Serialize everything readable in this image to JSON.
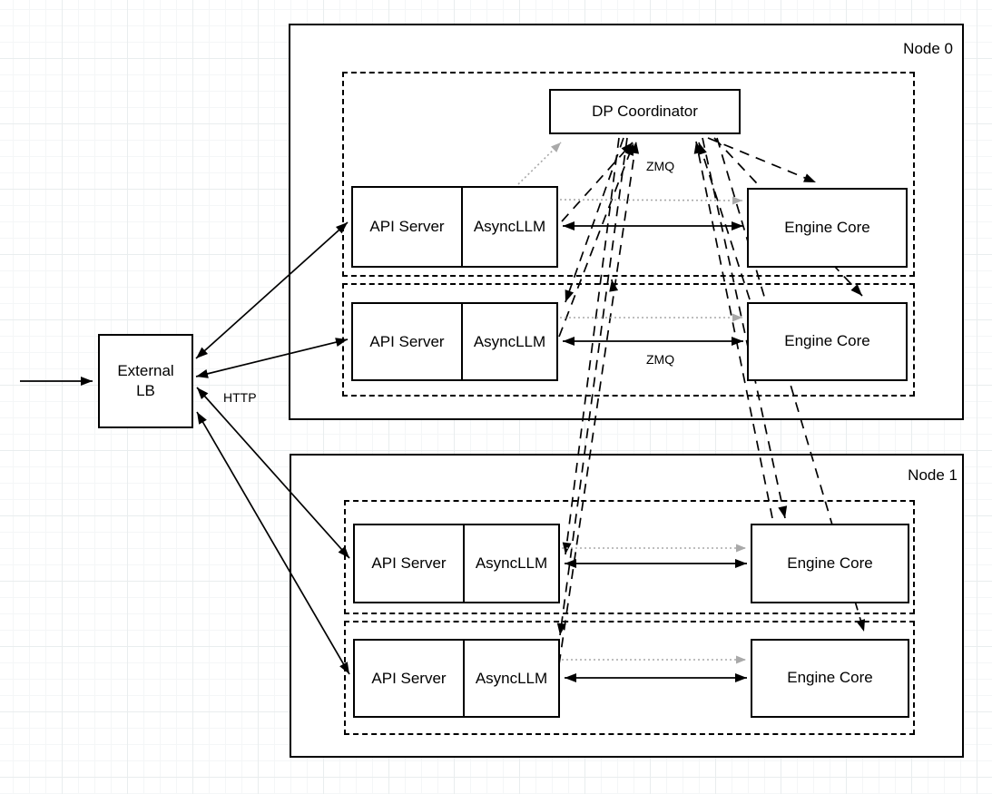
{
  "diagram": {
    "kind": "vllm-data-parallel-deployment-architecture",
    "colors": {
      "line": "#000000",
      "gray_arrow": "#a9a9a9",
      "box_fill": "#ffffff",
      "grid_minor": "#f4f6f7",
      "grid_major": "#e9edee"
    },
    "external_lb": {
      "line1": "External",
      "line2": "LB"
    },
    "edge_labels": {
      "http": "HTTP",
      "zmq_top": "ZMQ",
      "zmq_row2": "ZMQ"
    },
    "nodes": [
      {
        "label": "Node 0",
        "coordinator": "DP Coordinator",
        "ranks": [
          {
            "api_server": "API Server",
            "asyncllm": "AsyncLLM",
            "engine_core": "Engine Core"
          },
          {
            "api_server": "API Server",
            "asyncllm": "AsyncLLM",
            "engine_core": "Engine Core"
          }
        ]
      },
      {
        "label": "Node 1",
        "ranks": [
          {
            "api_server": "API Server",
            "asyncllm": "AsyncLLM",
            "engine_core": "Engine Core"
          },
          {
            "api_server": "API Server",
            "asyncllm": "AsyncLLM",
            "engine_core": "Engine Core"
          }
        ]
      }
    ]
  }
}
